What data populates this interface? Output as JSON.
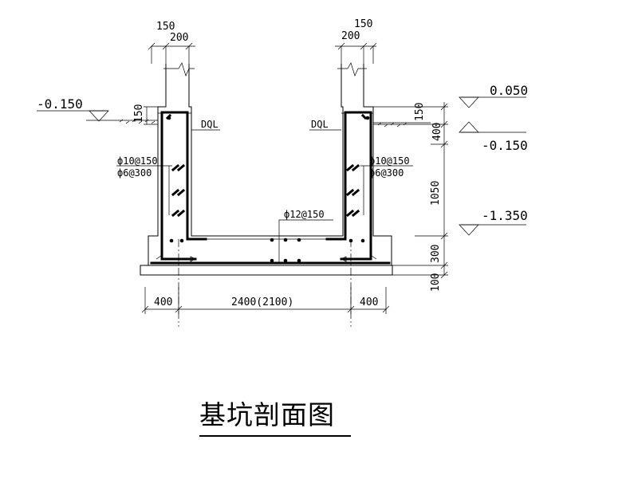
{
  "title": "基坑剖面图",
  "dimensions": {
    "wall_thickness_left": "150",
    "wall_width_left": "200",
    "wall_thickness_right": "150",
    "wall_width_right": "200",
    "beam_height_left": "150",
    "beam_height_right": "150",
    "upper_wall": "400",
    "wall_height": "1050",
    "slab_thickness": "300",
    "cushion_thickness": "100",
    "left_extension": "400",
    "pit_width": "2400(2100)",
    "right_extension": "400"
  },
  "elevations": {
    "left_ground": "-0.150",
    "top": "0.050",
    "right_ground": "-0.150",
    "bottom": "-1.350"
  },
  "labels": {
    "ring_beam_left": "DQL",
    "ring_beam_right": "DQL",
    "rebar_main_left": "ф10@150",
    "rebar_dist_left": "ф6@300",
    "rebar_main_right": "ф10@150",
    "rebar_dist_right": "ф6@300",
    "rebar_slab": "ф12@150"
  }
}
